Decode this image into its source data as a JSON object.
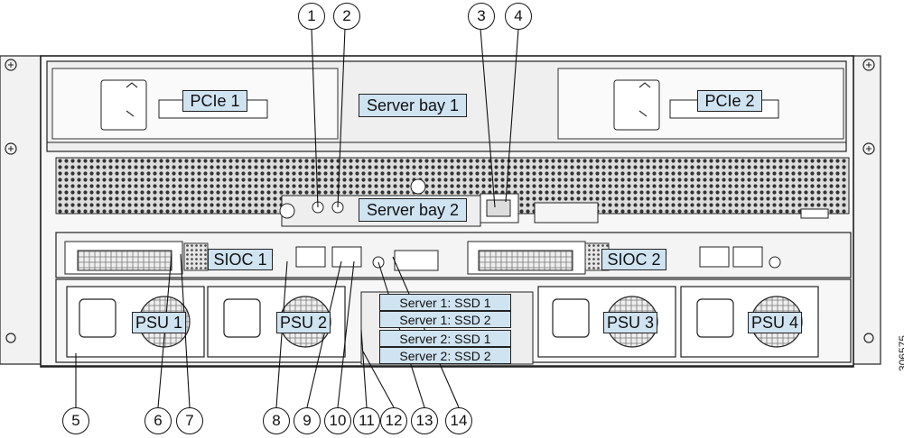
{
  "labels": {
    "pcie1": "PCIe 1",
    "pcie2": "PCIe 2",
    "server_bay_1": "Server bay 1",
    "server_bay_2": "Server bay 2",
    "sioc1": "SIOC 1",
    "sioc2": "SIOC 2",
    "psu1": "PSU 1",
    "psu2": "PSU 2",
    "psu3": "PSU 3",
    "psu4": "PSU 4",
    "ssd_s1_1": "Server 1: SSD 1",
    "ssd_s1_2": "Server 1: SSD 2",
    "ssd_s2_1": "Server 2: SSD 1",
    "ssd_s2_2": "Server 2: SSD 2"
  },
  "callouts_top": [
    "1",
    "2",
    "3",
    "4"
  ],
  "callouts_bottom": [
    "5",
    "6",
    "7",
    "8",
    "9",
    "10",
    "11",
    "12",
    "13",
    "14"
  ],
  "figure_number": "306575",
  "colors": {
    "label_fill": "#cfe3f1",
    "chassis_line": "#222222",
    "chassis_fill": "#f4f4f4"
  }
}
